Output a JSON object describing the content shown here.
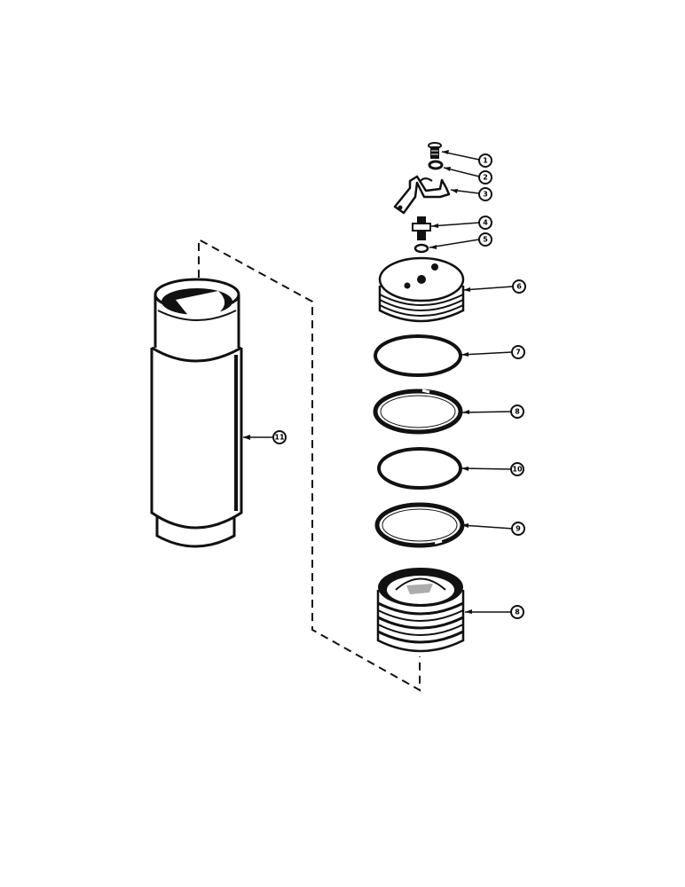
{
  "diagram": {
    "background": "#ffffff",
    "ink": "#111111",
    "callouts": [
      {
        "id": "c1",
        "label": "1",
        "part": "cap-screw"
      },
      {
        "id": "c2",
        "label": "2",
        "part": "lock-washer"
      },
      {
        "id": "c3",
        "label": "3",
        "part": "bracket"
      },
      {
        "id": "c4",
        "label": "4",
        "part": "fitting"
      },
      {
        "id": "c5",
        "label": "5",
        "part": "o-ring-small"
      },
      {
        "id": "c6",
        "label": "6",
        "part": "cylinder-head"
      },
      {
        "id": "c7",
        "label": "7",
        "part": "o-ring-head"
      },
      {
        "id": "c8a",
        "label": "8",
        "part": "backup-ring-upper"
      },
      {
        "id": "c10",
        "label": "10",
        "part": "o-ring-middle"
      },
      {
        "id": "c9",
        "label": "9",
        "part": "backup-ring-lower"
      },
      {
        "id": "c8b",
        "label": "8",
        "part": "piston"
      },
      {
        "id": "c11",
        "label": "11",
        "part": "cylinder-tube"
      }
    ]
  }
}
